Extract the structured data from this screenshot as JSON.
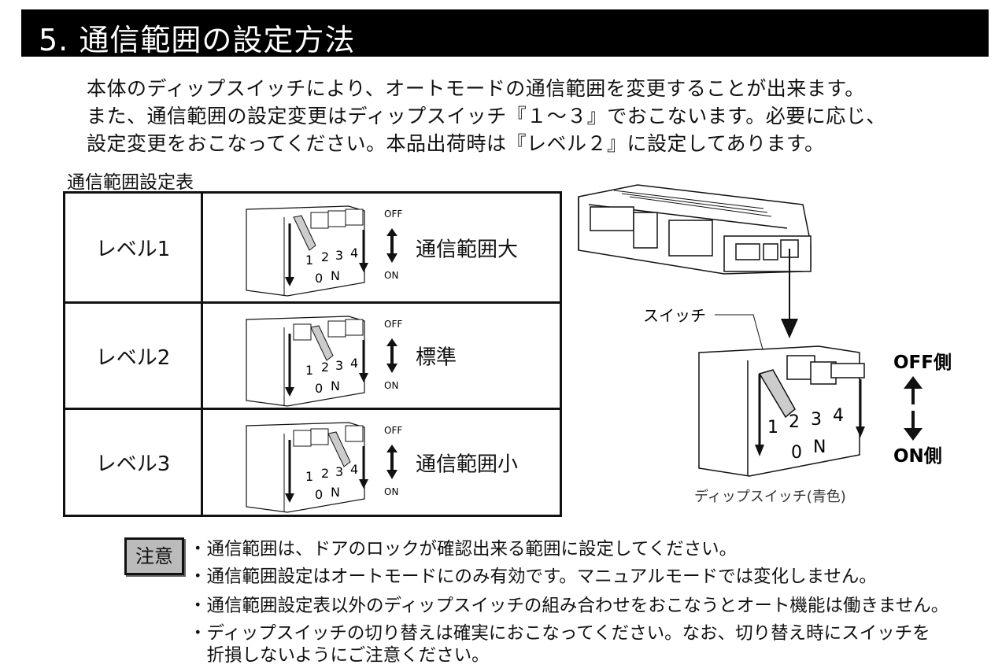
{
  "title": "5. 通信範囲の設定方法",
  "intro": [
    "本体のディップスイッチにより、オートモードの通信範囲を変更することが出来ます。",
    "また、通信範囲の設定変更はディップスイッチ『１～３』でおこないます。必要に応じ、",
    "設定変更をおこなってください。本品出荷時は『レベル２』に設定してあります。"
  ],
  "table": {
    "label": "通信範囲設定表",
    "rows": [
      {
        "level": "レベル1",
        "range": "通信範囲大",
        "on_switch": 1
      },
      {
        "level": "レベル2",
        "range": "標準",
        "on_switch": 2
      },
      {
        "level": "レベル3",
        "range": "通信範囲小",
        "on_switch": 3
      }
    ]
  },
  "dip_labels": {
    "off": "OFF",
    "on": "ON",
    "n1": "1",
    "n2": "2",
    "n3": "3",
    "n4": "4",
    "o": "0",
    "n": "N"
  },
  "figure": {
    "switch_label": "スイッチ",
    "off_side": "OFF側",
    "on_side": "ON側",
    "caption": "ディップスイッチ(青色)"
  },
  "note": {
    "badge": "注意",
    "items": [
      "・通信範囲は、ドアのロックが確認出来る範囲に設定してください。",
      "・通信範囲設定はオートモードにのみ有効です。マニュアルモードでは変化しません。",
      "・通信範囲設定表以外のディップスイッチの組み合わせをおこなうとオート機能は働きません。",
      "・ディップスイッチの切り替えは確実におこなってください。なお、切り替え時にスイッチを",
      "　折損しないようにご注意ください。"
    ]
  }
}
